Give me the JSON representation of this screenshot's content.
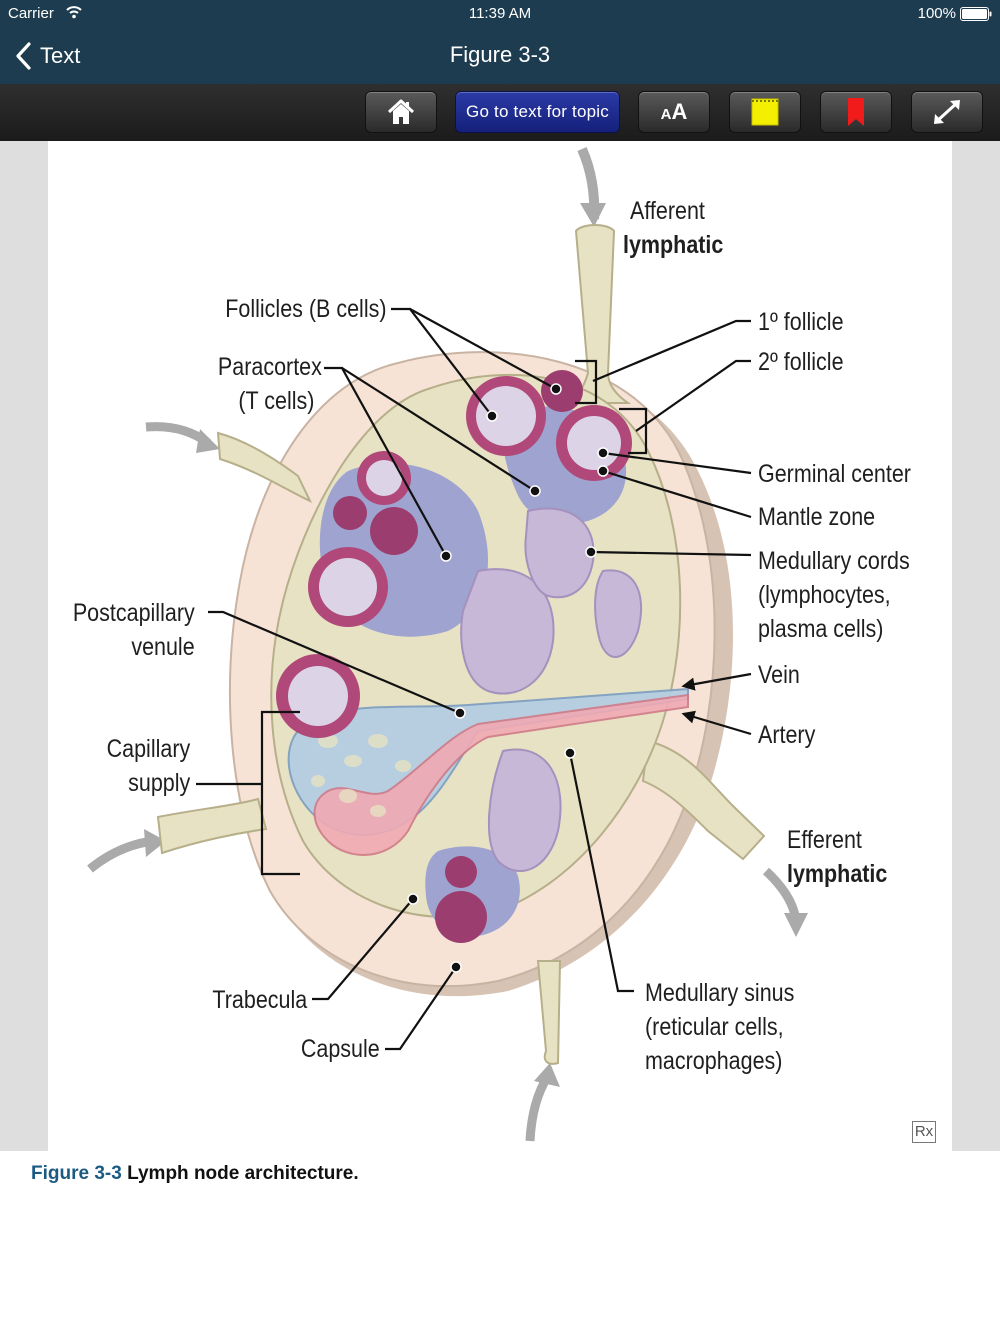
{
  "status_bar": {
    "carrier": "Carrier",
    "time": "11:39 AM",
    "battery": "100%"
  },
  "nav": {
    "back_label": "Text",
    "title": "Figure 3-3"
  },
  "toolbar": {
    "goto_label": "Go to text for topic",
    "font_small": "A",
    "font_large": "A"
  },
  "figure": {
    "labels": {
      "afferent_1": "Afferent",
      "afferent_2": "lymphatic",
      "follicles": "Follicles (B cells)",
      "paracortex_1": "Paracortex",
      "paracortex_2": "(T cells)",
      "primary_follicle": "1º follicle",
      "secondary_follicle": "2º follicle",
      "germinal_center": "Germinal center",
      "mantle_zone": "Mantle zone",
      "medullary_cords_1": "Medullary cords",
      "medullary_cords_2": "(lymphocytes,",
      "medullary_cords_3": "plasma cells)",
      "postcapillary_1": "Postcapillary",
      "postcapillary_2": "venule",
      "vein": "Vein",
      "artery": "Artery",
      "capillary_1": "Capillary",
      "capillary_2": "supply",
      "efferent_1": "Efferent",
      "efferent_2": "lymphatic",
      "trabecula": "Trabecula",
      "capsule": "Capsule",
      "medullary_sinus_1": "Medullary sinus",
      "medullary_sinus_2": "(reticular cells,",
      "medullary_sinus_3": "macrophages)"
    },
    "logo_text": "Rx"
  },
  "caption": {
    "number": "Figure 3-3",
    "text": "Lymph node architecture."
  },
  "colors": {
    "bar": "#1d3c4f",
    "caption_accent": "#1b5a82",
    "capsule": "#f5e1d6",
    "tissue": "#e7e2c3",
    "paracortex": "#9fa3cf",
    "follicle_ring": "#b0487a",
    "germinal": "#ddd3e6",
    "medulla": "#c8b8d8",
    "vein": "#b5cde2",
    "artery": "#f0aab4"
  }
}
